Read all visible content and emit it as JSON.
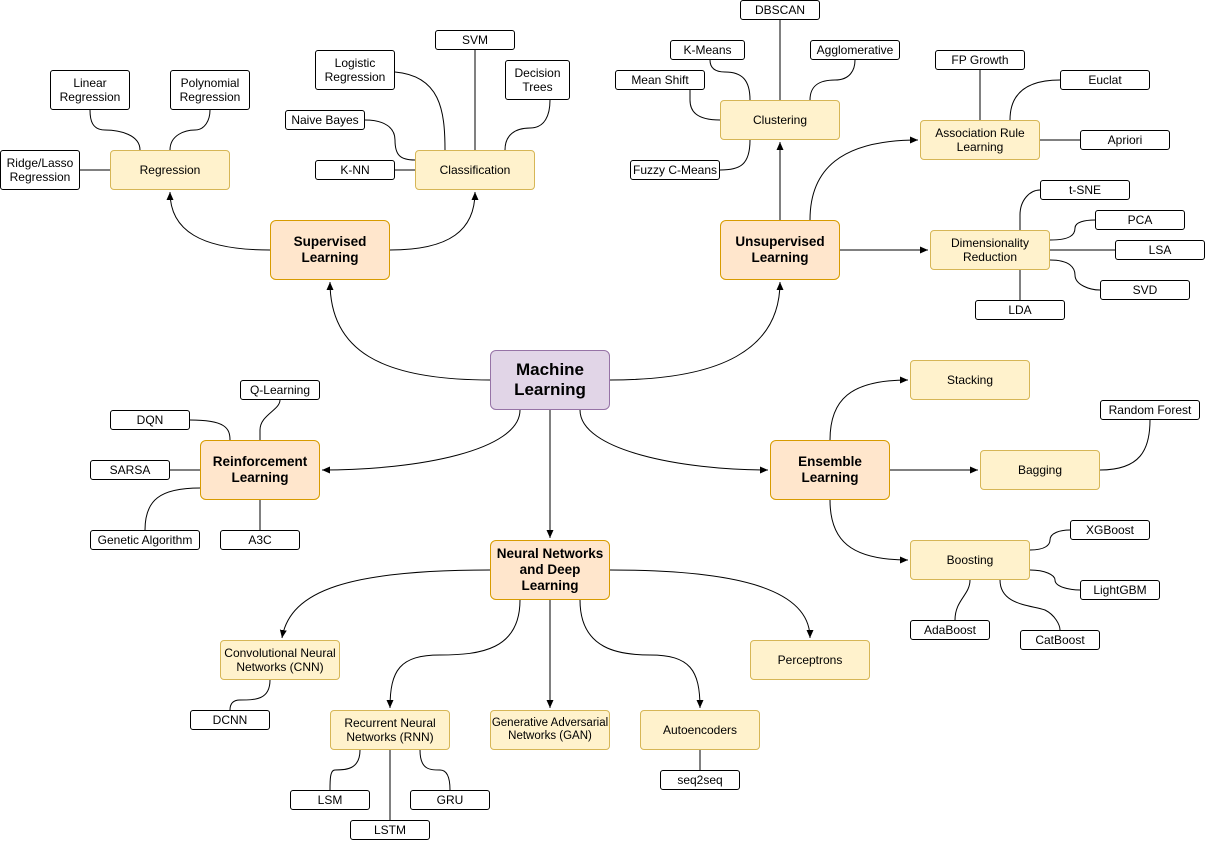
{
  "colors": {
    "root_fill": "#e1d5e7",
    "root_border": "#9673a6",
    "category_fill": "#ffe6cc",
    "category_border": "#d79b00",
    "subtopic_fill": "#fff2cc",
    "subtopic_border": "#d6b656",
    "leaf_fill": "#ffffff",
    "leaf_border": "#000000"
  },
  "nodes": {
    "ml": "Machine Learning",
    "supervised": "Supervised Learning",
    "unsupervised": "Unsupervised Learning",
    "reinforcement": "Reinforcement Learning",
    "ensemble": "Ensemble Learning",
    "nn": "Neural Networks and Deep Learning",
    "regression": "Regression",
    "classification": "Classification",
    "linear_regression": "Linear Regression",
    "polynomial_regression": "Polynomial Regression",
    "ridge_lasso": "Ridge/Lasso Regression",
    "logistic_regression": "Logistic Regression",
    "svm": "SVM",
    "decision_trees": "Decision Trees",
    "naive_bayes": "Naive Bayes",
    "knn": "K-NN",
    "clustering": "Clustering",
    "dbscan": "DBSCAN",
    "kmeans": "K-Means",
    "agglomerative": "Agglomerative",
    "mean_shift": "Mean Shift",
    "fuzzy_cmeans": "Fuzzy C-Means",
    "association": "Association Rule Learning",
    "fp_growth": "FP Growth",
    "euclat": "Euclat",
    "apriori": "Apriori",
    "dim_reduction": "Dimensionality Reduction",
    "tsne": "t-SNE",
    "pca": "PCA",
    "lsa": "LSA",
    "svd": "SVD",
    "lda": "LDA",
    "qlearning": "Q-Learning",
    "dqn": "DQN",
    "sarsa": "SARSA",
    "genetic": "Genetic Algorithm",
    "a3c": "A3C",
    "stacking": "Stacking",
    "bagging": "Bagging",
    "random_forest": "Random Forest",
    "boosting": "Boosting",
    "xgboost": "XGBoost",
    "lightgbm": "LightGBM",
    "adaboost": "AdaBoost",
    "catboost": "CatBoost",
    "cnn": "Convolutional Neural Networks (CNN)",
    "dcnn": "DCNN",
    "rnn": "Recurrent Neural Networks (RNN)",
    "lsm": "LSM",
    "lstm": "LSTM",
    "gru": "GRU",
    "gan": "Generative Adversarial Networks (GAN)",
    "autoencoders": "Autoencoders",
    "seq2seq": "seq2seq",
    "perceptrons": "Perceptrons"
  }
}
